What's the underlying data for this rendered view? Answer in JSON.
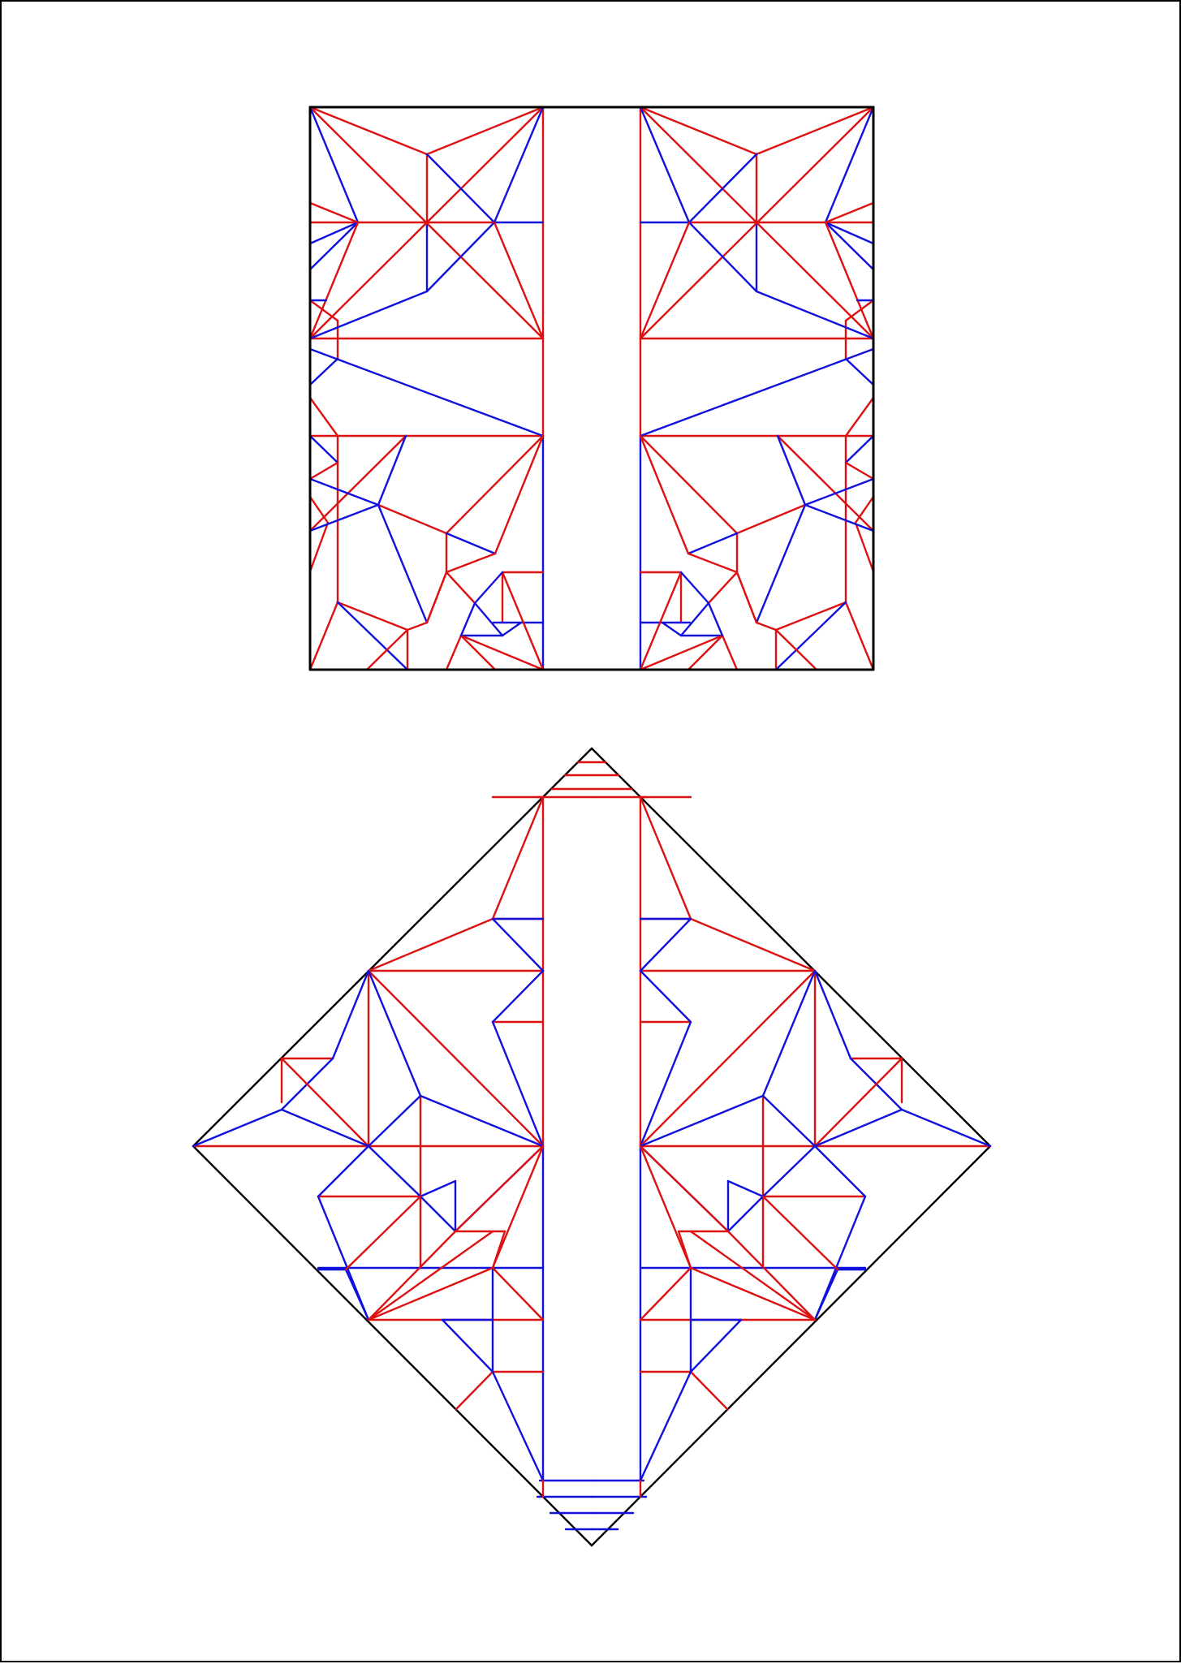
{
  "colors": {
    "border": "#000000",
    "mountain": "#dd1111",
    "valley": "#1111dd"
  },
  "diagrams": [
    {
      "name": "square-crease-pattern",
      "outline": "square",
      "fold_types": [
        "mountain",
        "valley"
      ]
    },
    {
      "name": "diamond-crease-pattern",
      "outline": "diamond",
      "fold_types": [
        "mountain",
        "valley"
      ]
    }
  ]
}
